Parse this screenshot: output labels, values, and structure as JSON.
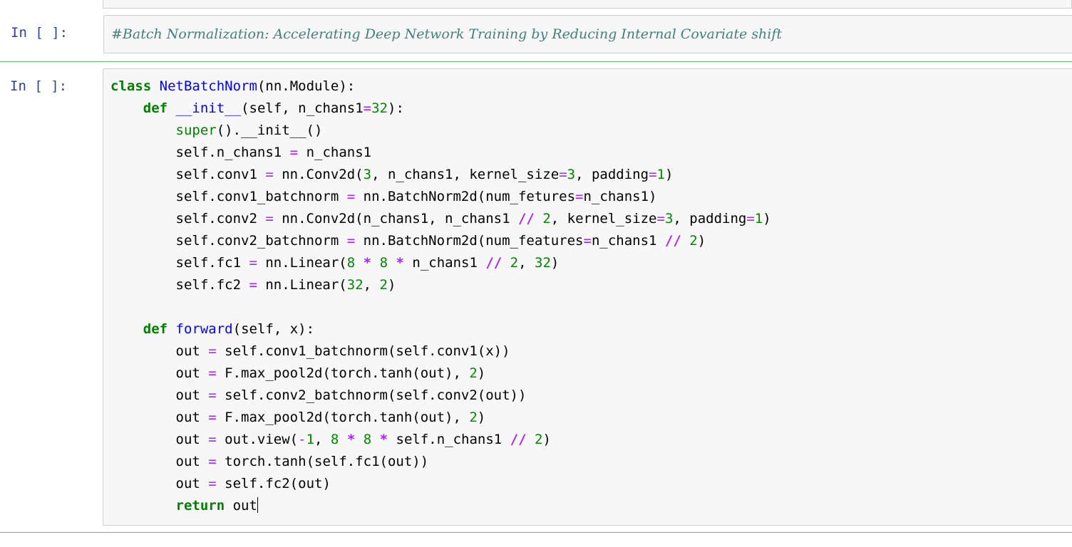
{
  "cells": [
    {
      "prompt": "In [ ]:",
      "type": "code",
      "lines": [
        "#Batch Normalization: Accelerating Deep Network Training by Reducing Internal Covariate shift"
      ]
    },
    {
      "prompt": "In [ ]:",
      "type": "code",
      "lines": [
        "class NetBatchNorm(nn.Module):",
        "    def __init__(self, n_chans1=32):",
        "        super().__init__()",
        "        self.n_chans1 = n_chans1",
        "        self.conv1 = nn.Conv2d(3, n_chans1, kernel_size=3, padding=1)",
        "        self.conv1_batchnorm = nn.BatchNorm2d(num_fetures=n_chans1)",
        "        self.conv2 = nn.Conv2d(n_chans1, n_chans1 // 2, kernel_size=3, padding=1)",
        "        self.conv2_batchnorm = nn.BatchNorm2d(num_features=n_chans1 // 2)",
        "        self.fc1 = nn.Linear(8 * 8 * n_chans1 // 2, 32)",
        "        self.fc2 = nn.Linear(32, 2)",
        "",
        "    def forward(self, x):",
        "        out = self.conv1_batchnorm(self.conv1(x))",
        "        out = F.max_pool2d(torch.tanh(out), 2)",
        "        out = self.conv2_batchnorm(self.conv2(out))",
        "        out = F.max_pool2d(torch.tanh(out), 2)",
        "        out = out.view(-1, 8 * 8 * self.n_chans1 // 2)",
        "        out = torch.tanh(self.fc1(out))",
        "        out = self.fc2(out)",
        "        return out"
      ]
    }
  ],
  "colors": {
    "prompt": "#303f9f",
    "comment": "#408080",
    "keyword": "#008000",
    "def_name": "#0000ff",
    "number": "#008800",
    "operator": "#aa22ff",
    "cell_bg": "#f7f7f7",
    "cell_border": "#cfcfcf",
    "selected_border": "#66bb6a"
  }
}
